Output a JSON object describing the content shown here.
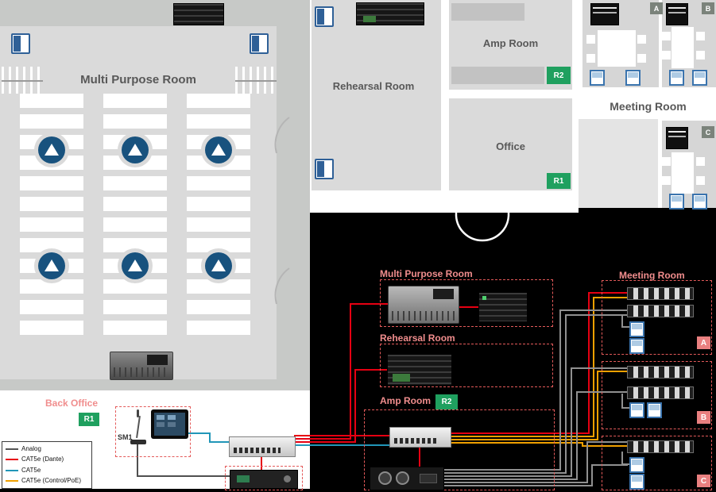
{
  "colors": {
    "dante_red": "#e60012",
    "cat5e_blue": "#2196b8",
    "control_orange": "#f0a000",
    "analog_dark": "#4f4f4f",
    "speaker_gray": "#909090",
    "badge_green": "#1fa05f",
    "badge_pink": "#e98080",
    "badge_gray": "#7b837b",
    "label_salmon": "#f08d8d",
    "speaker_blue": "#18527e"
  },
  "floorplan": {
    "multi_purpose_room": "Multi Purpose Room",
    "rehearsal_room": "Rehearsal Room",
    "amp_room": "Amp Room",
    "amp_room_badge": "R2",
    "office": "Office",
    "office_badge": "R1",
    "meeting_room": "Meeting Room",
    "room_a": "A",
    "room_b": "B",
    "room_c": "C"
  },
  "diagram": {
    "multi_purpose_room": "Multi Purpose Room",
    "rehearsal_room": "Rehearsal Room",
    "amp_room": "Amp Room",
    "amp_room_badge": "R2",
    "meeting_room": "Meeting Room",
    "back_office": "Back Office",
    "back_office_badge": "R1",
    "mic_label": "SM1",
    "badge_a": "A",
    "badge_b": "B",
    "badge_c": "C"
  },
  "legend": {
    "items": [
      {
        "label": "Analog",
        "color": "#555555"
      },
      {
        "label": "CAT5e (Dante)",
        "color": "#e60012"
      },
      {
        "label": "CAT5e",
        "color": "#2196b8"
      },
      {
        "label": "CAT5e (Control/PoE)",
        "color": "#f0a000"
      }
    ]
  }
}
